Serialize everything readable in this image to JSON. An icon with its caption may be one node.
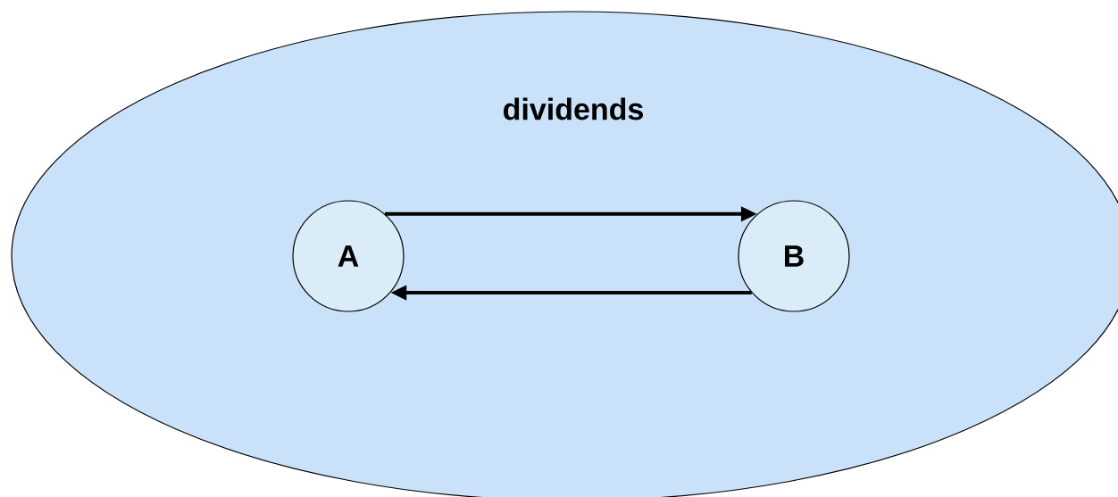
{
  "diagram": {
    "nodes": [
      {
        "text": [
          "dividends"
        ]
      },
      {
        "text": [
          "A"
        ],
        "in": 0
      },
      {
        "text": [
          "B"
        ],
        "in": 0
      }
    ],
    "edges": [
      {
        "from": 1,
        "to": 2,
        "arrow": "to"
      },
      {
        "from": 2,
        "to": 1,
        "arrow": "to"
      }
    ]
  }
}
